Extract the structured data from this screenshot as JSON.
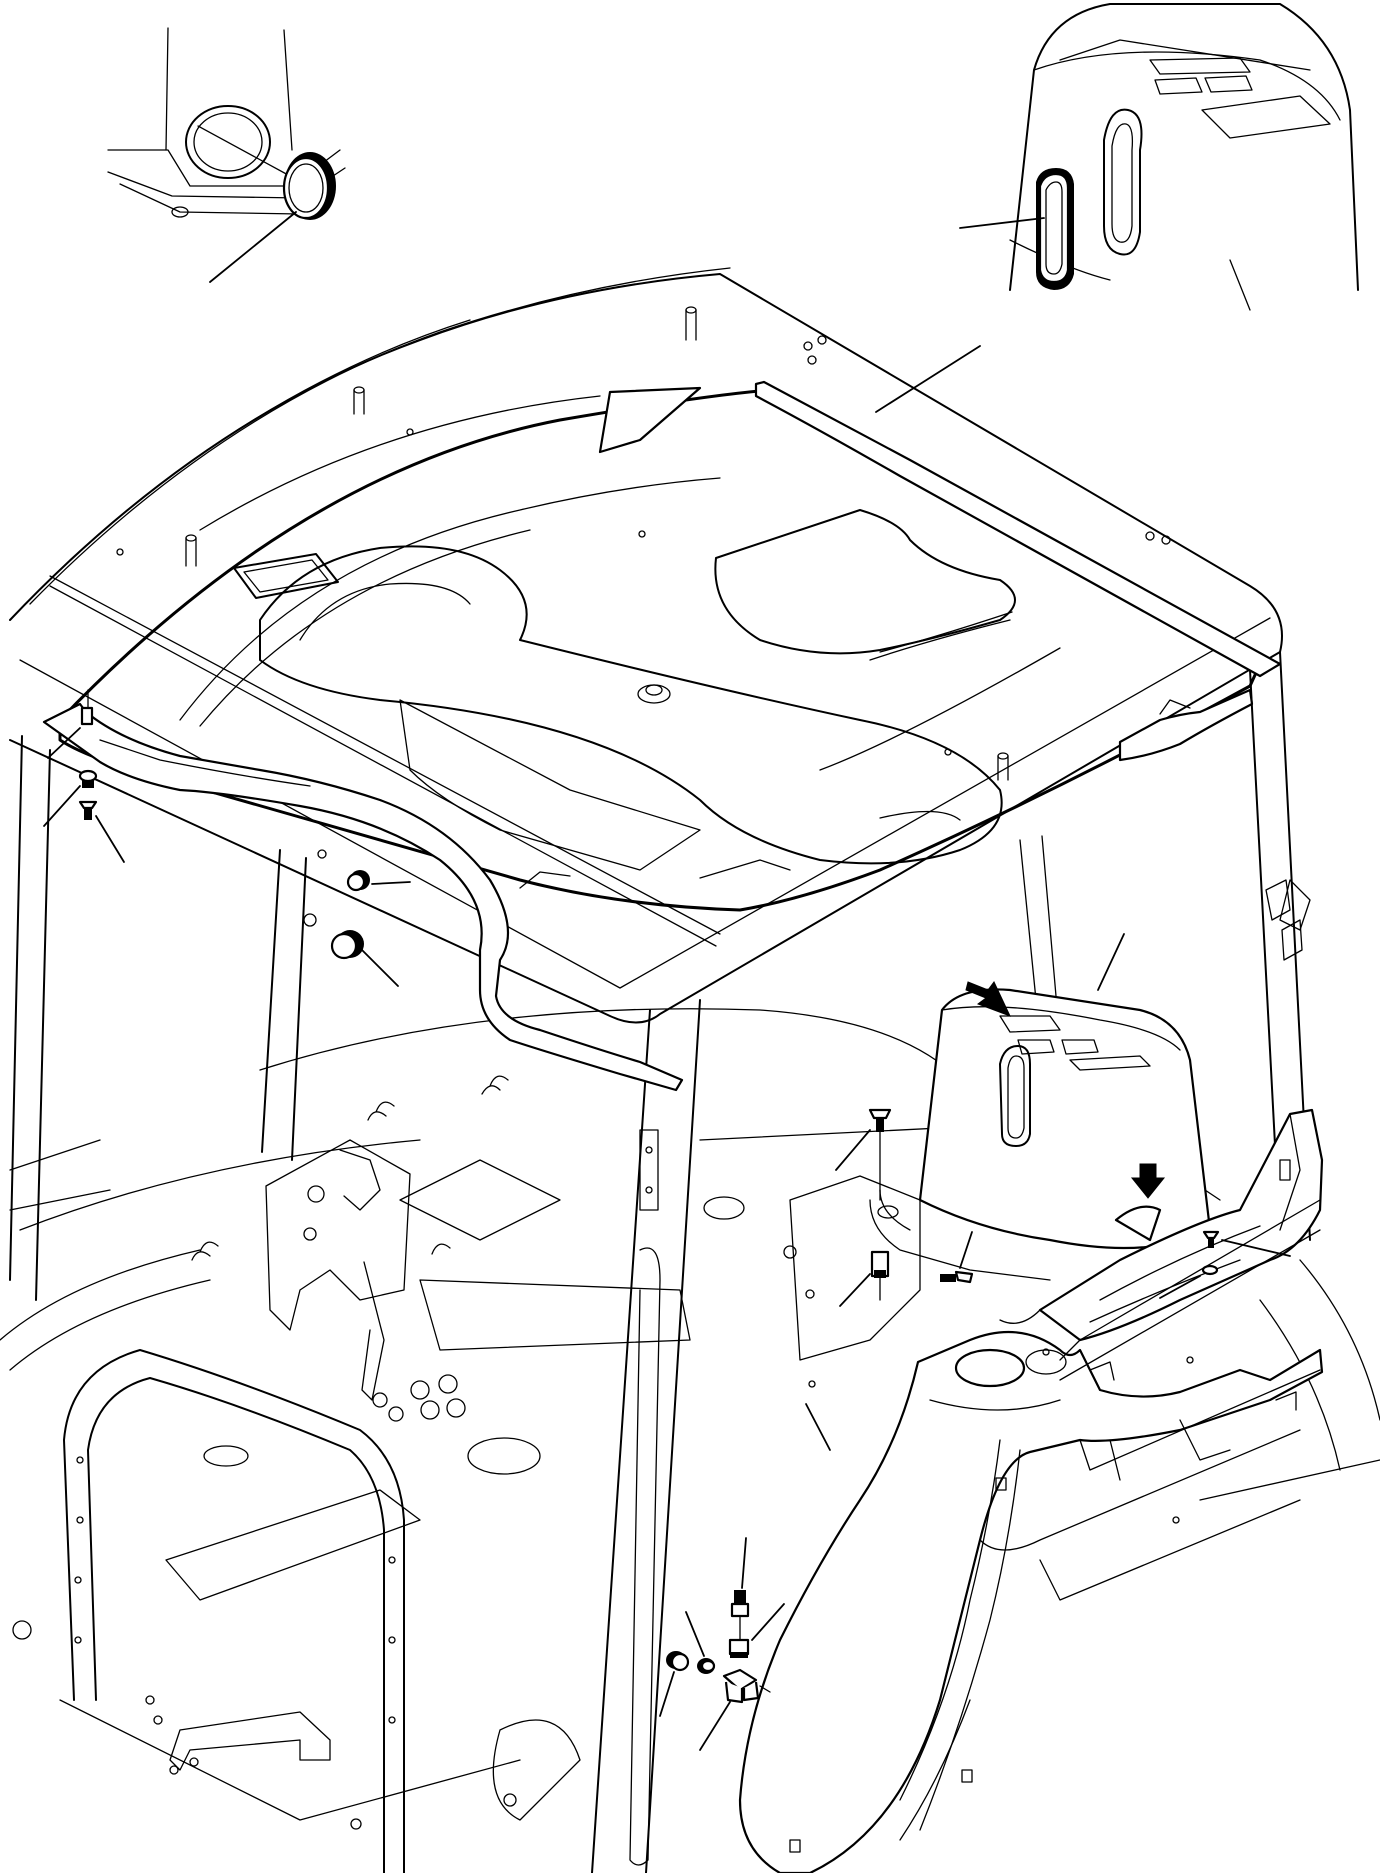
{
  "figure": {
    "kind": "exploded-parts-illustration",
    "text_labels": []
  },
  "parts": [
    {
      "name": "cab-frame",
      "icon": "frame-outline"
    },
    {
      "name": "roof-headliner",
      "icon": "panel"
    },
    {
      "name": "headliner-trim-rail",
      "icon": "rail"
    },
    {
      "name": "rear-console-cover",
      "icon": "cover"
    },
    {
      "name": "side-trim-panel",
      "icon": "panel"
    },
    {
      "name": "fender-cover",
      "icon": "cover"
    },
    {
      "name": "cap-plug",
      "icon": "plug"
    },
    {
      "name": "grommet",
      "icon": "grommet"
    },
    {
      "name": "screws-and-washers",
      "icon": "fastener"
    },
    {
      "name": "clip",
      "icon": "clip"
    }
  ],
  "arrows": [
    {
      "name": "insert-direction-arrow-1",
      "icon": "arrow-down-right"
    },
    {
      "name": "insert-direction-arrow-2",
      "icon": "arrow-down"
    }
  ],
  "colors": {
    "line": "#000000",
    "background": "#ffffff"
  }
}
